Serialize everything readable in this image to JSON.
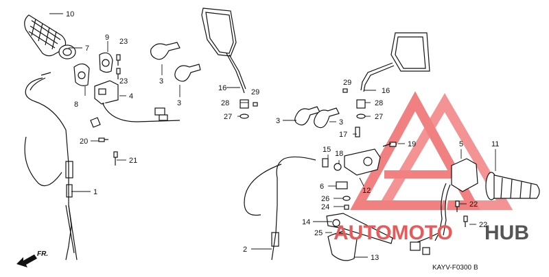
{
  "diagram": {
    "code": "KAYV-F0300",
    "code_suffix": "B",
    "front_label": "FR.",
    "logo": {
      "part1": "AUTOMOTO",
      "part2": "HUB",
      "accent_color": "#e85a5a",
      "text2_color": "#555555"
    },
    "callouts": [
      {
        "id": "c10",
        "text": "10"
      },
      {
        "id": "c7",
        "text": "7"
      },
      {
        "id": "c9",
        "text": "9"
      },
      {
        "id": "c23a",
        "text": "23"
      },
      {
        "id": "c23b",
        "text": "23"
      },
      {
        "id": "c3a",
        "text": "3"
      },
      {
        "id": "c3b",
        "text": "3"
      },
      {
        "id": "c8",
        "text": "8"
      },
      {
        "id": "c4",
        "text": "4"
      },
      {
        "id": "c16a",
        "text": "16"
      },
      {
        "id": "c29a",
        "text": "29"
      },
      {
        "id": "c28a",
        "text": "28"
      },
      {
        "id": "c27a",
        "text": "27"
      },
      {
        "id": "c20",
        "text": "20"
      },
      {
        "id": "c21",
        "text": "21"
      },
      {
        "id": "c1",
        "text": "1"
      },
      {
        "id": "c29b",
        "text": "29"
      },
      {
        "id": "c16b",
        "text": "16"
      },
      {
        "id": "c28b",
        "text": "28"
      },
      {
        "id": "c27b",
        "text": "27"
      },
      {
        "id": "c3c",
        "text": "3"
      },
      {
        "id": "c3d",
        "text": "3"
      },
      {
        "id": "c17",
        "text": "17"
      },
      {
        "id": "c15",
        "text": "15"
      },
      {
        "id": "c18",
        "text": "18"
      },
      {
        "id": "c19",
        "text": "19"
      },
      {
        "id": "c5",
        "text": "5"
      },
      {
        "id": "c11",
        "text": "11"
      },
      {
        "id": "c6",
        "text": "6"
      },
      {
        "id": "c12",
        "text": "12"
      },
      {
        "id": "c26",
        "text": "26"
      },
      {
        "id": "c24",
        "text": "24"
      },
      {
        "id": "c22a",
        "text": "22"
      },
      {
        "id": "c22b",
        "text": "22"
      },
      {
        "id": "c14",
        "text": "14"
      },
      {
        "id": "c25",
        "text": "25"
      },
      {
        "id": "c2",
        "text": "2"
      },
      {
        "id": "c13",
        "text": "13"
      }
    ]
  }
}
